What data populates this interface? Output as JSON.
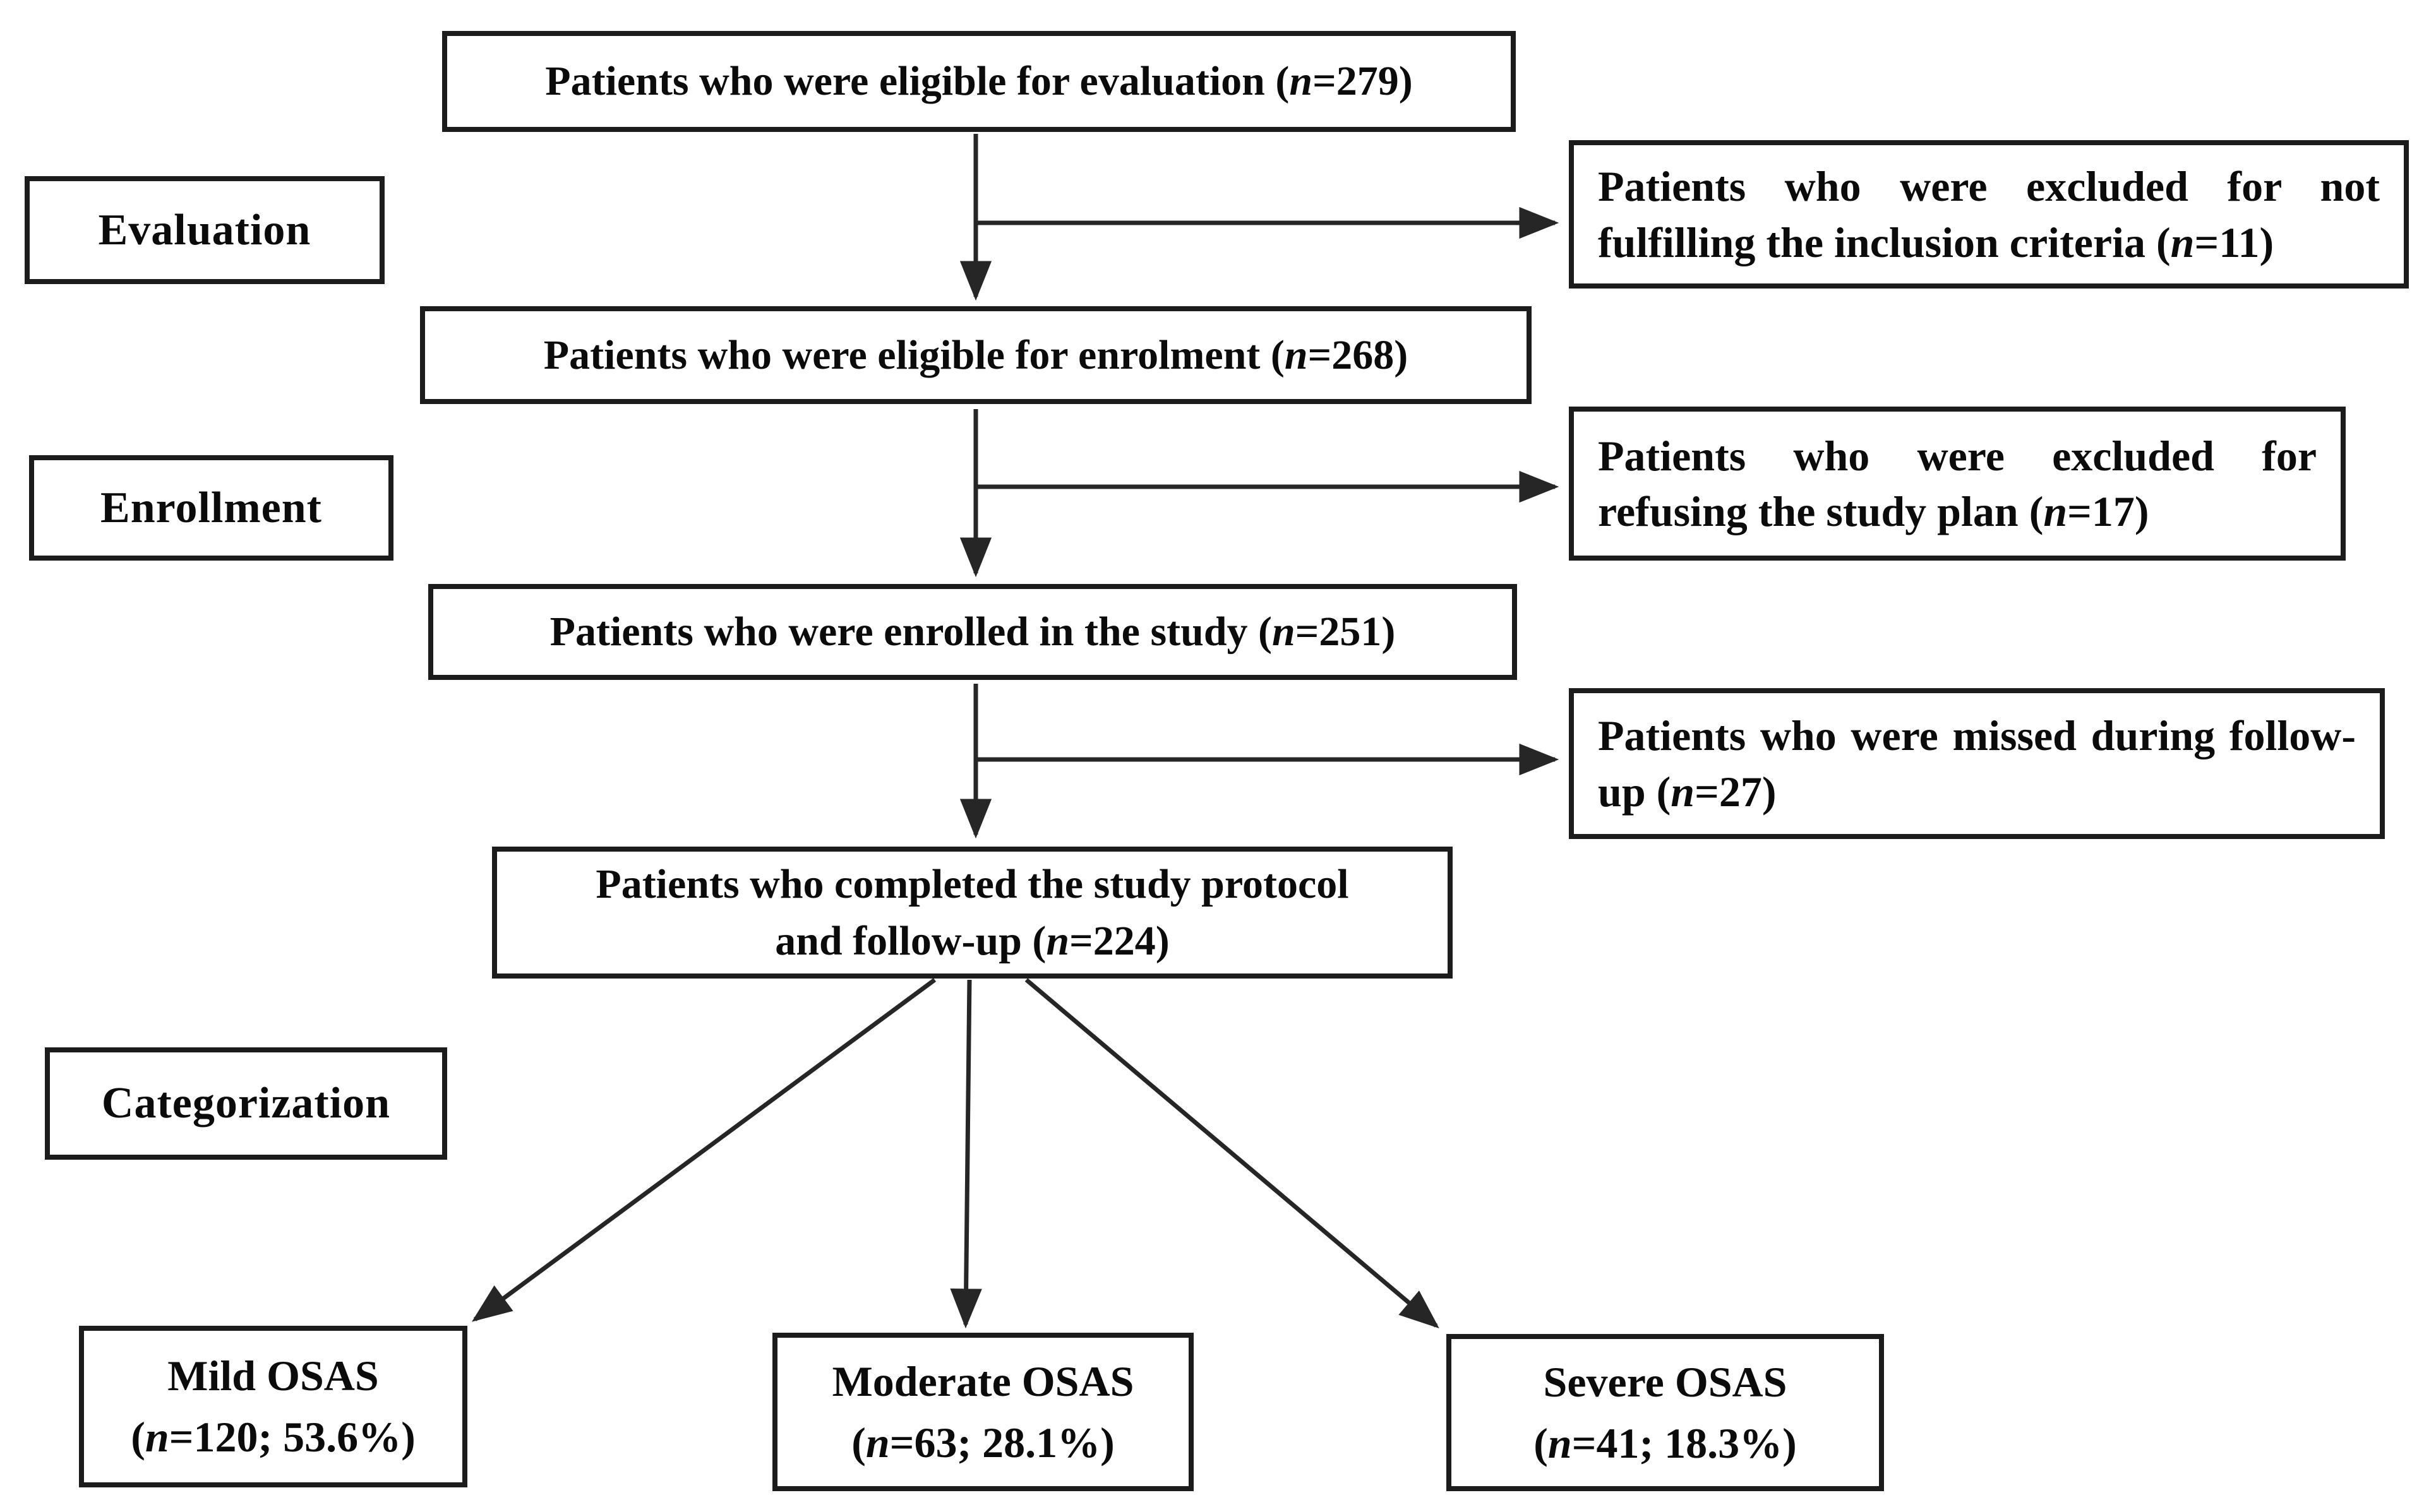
{
  "colors": {
    "background": "#ffffff",
    "ink": "#0b0b0b",
    "box_border": "#1c1c1c",
    "arrow": "#262626"
  },
  "labels": {
    "evaluation": "Evaluation",
    "enrollment": "Enrollment",
    "categorization": "Categorization"
  },
  "flow": {
    "eligible_evaluation": "Patients who were eligible for evaluation (n=279)",
    "excluded_inclusion": "Patients who were excluded for not fulfilling the inclusion criteria (n=11)",
    "eligible_enrolment": "Patients who were eligible for enrolment (n=268)",
    "excluded_refusal": "Patients who were excluded for refusing the study plan (n=17)",
    "enrolled": "Patients who were enrolled in the study (n=251)",
    "missed_followup": "Patients who were missed during follow-up (n=27)",
    "completed": {
      "line1": "Patients who completed the study protocol",
      "line2": "and follow-up (n=224)"
    },
    "outcomes": {
      "mild": {
        "line1": "Mild OSAS",
        "line2": "(n=120; 53.6%)"
      },
      "moderate": {
        "line1": "Moderate OSAS",
        "line2": "(n=63; 28.1%)"
      },
      "severe": {
        "line1": "Severe OSAS",
        "line2": "(n=41; 18.3%)"
      }
    }
  }
}
